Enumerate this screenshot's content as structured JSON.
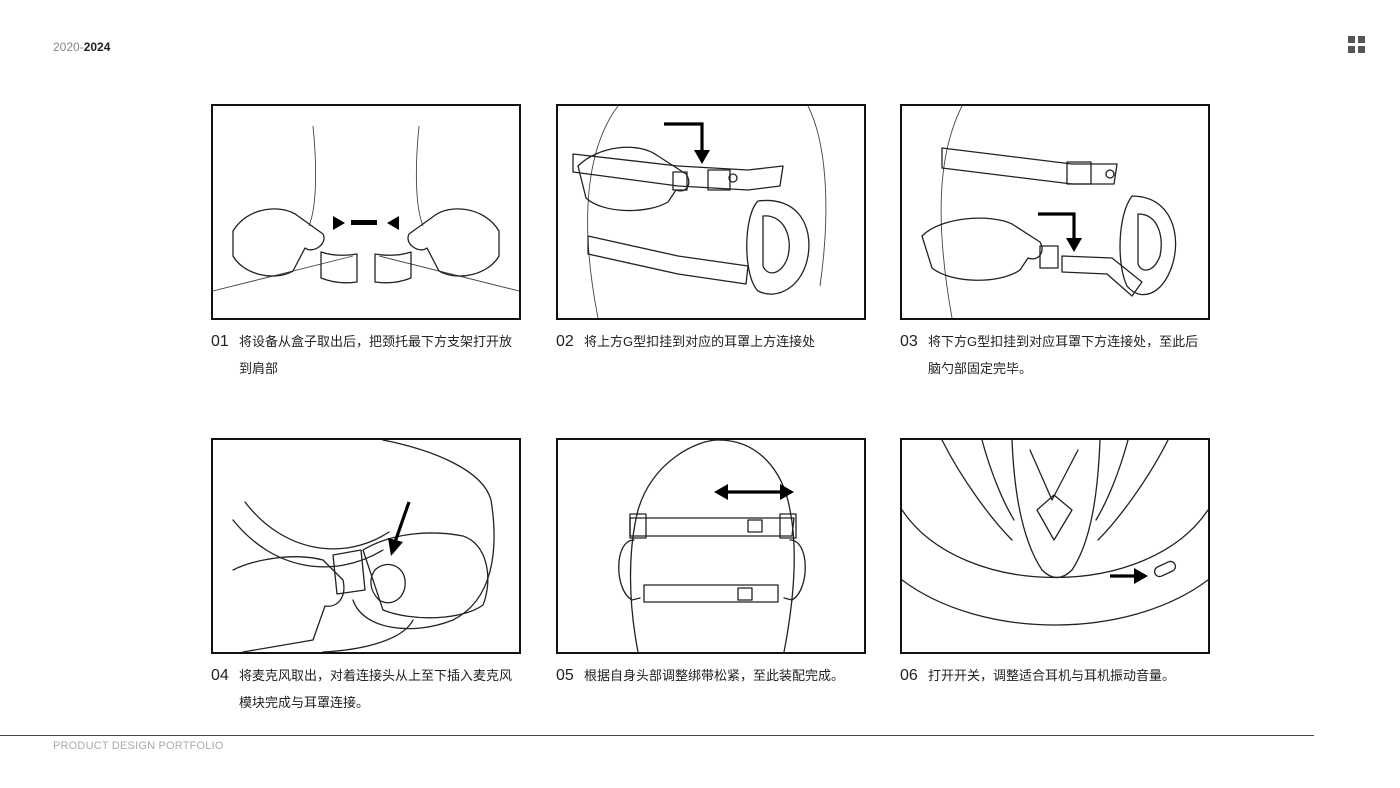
{
  "header": {
    "year_start": "2020-",
    "year_end": "2024",
    "menu_icon": "grid-icon"
  },
  "steps": [
    {
      "num": "01",
      "text": "将设备从盒子取出后，把颈托最下方支架打开放到肩部"
    },
    {
      "num": "02",
      "text": "将上方G型扣挂到对应的耳罩上方连接处"
    },
    {
      "num": "03",
      "text": "将下方G型扣挂到对应耳罩下方连接处，至此后脑勺部固定完毕。"
    },
    {
      "num": "04",
      "text": "将麦克风取出，对着连接头从上至下插入麦克风模块完成与耳罩连接。"
    },
    {
      "num": "05",
      "text": "根据自身头部调整绑带松紧，至此装配完成。"
    },
    {
      "num": "06",
      "text": "打开开关，调整适合耳机与耳机振动音量。"
    }
  ],
  "footer": {
    "text": "PRODUCT DESIGN PORTFOLIO"
  }
}
